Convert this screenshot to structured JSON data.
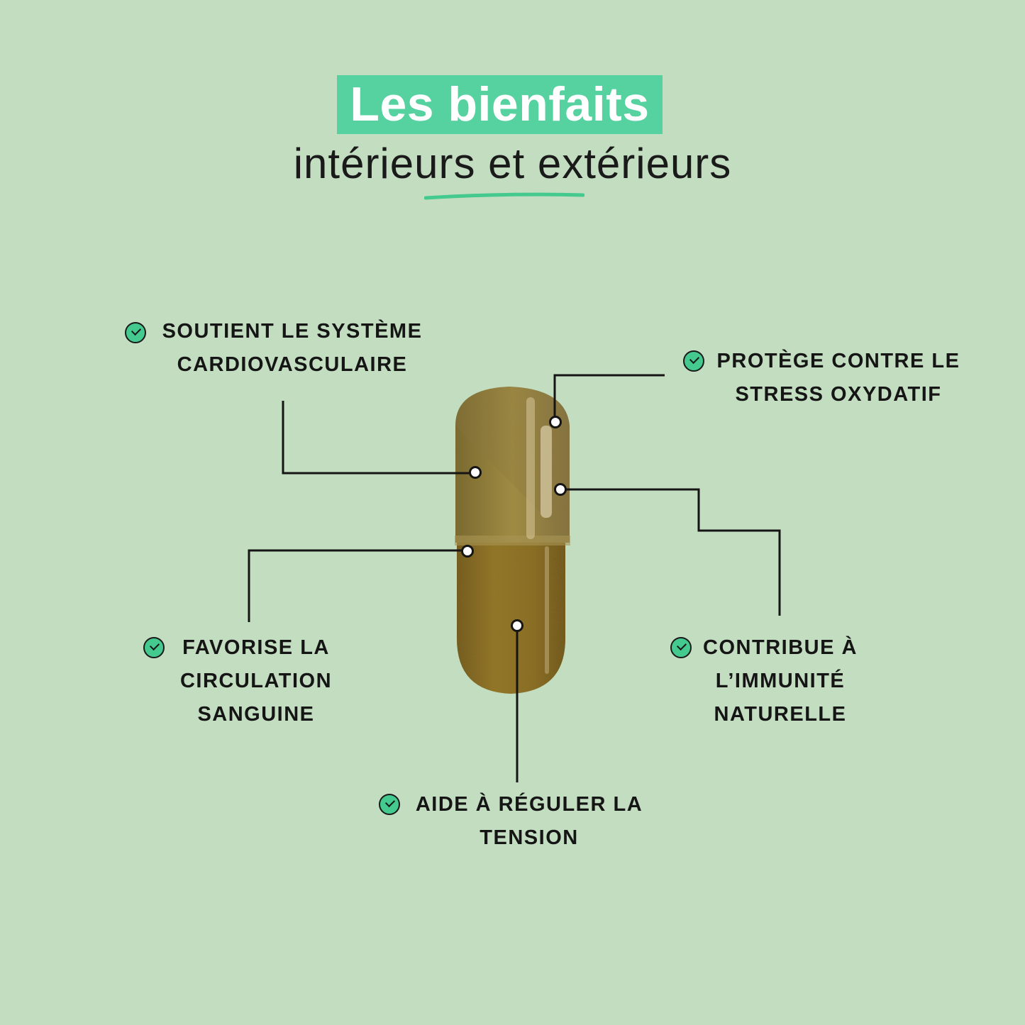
{
  "header": {
    "title": "Les bienfaits",
    "subtitle": "intérieurs et extérieurs"
  },
  "colors": {
    "background": "#c2ddc0",
    "accent": "#56d1a0",
    "text": "#151515",
    "capsule": "#8a6a1c"
  },
  "benefits": [
    {
      "icon": "check-circle-icon",
      "lines": [
        "SOUTIENT LE SYSTÈME",
        "CARDIOVASCULAIRE"
      ]
    },
    {
      "icon": "check-circle-icon",
      "lines": [
        "PROTÈGE CONTRE LE",
        "STRESS OXYDATIF"
      ]
    },
    {
      "icon": "check-circle-icon",
      "lines": [
        "FAVORISE LA",
        "CIRCULATION",
        "SANGUINE"
      ]
    },
    {
      "icon": "check-circle-icon",
      "lines": [
        "CONTRIBUE À",
        "L’IMMUNITÉ",
        "NATURELLE"
      ]
    },
    {
      "icon": "check-circle-icon",
      "lines": [
        "AIDE À RÉGULER LA",
        "TENSION"
      ]
    }
  ]
}
